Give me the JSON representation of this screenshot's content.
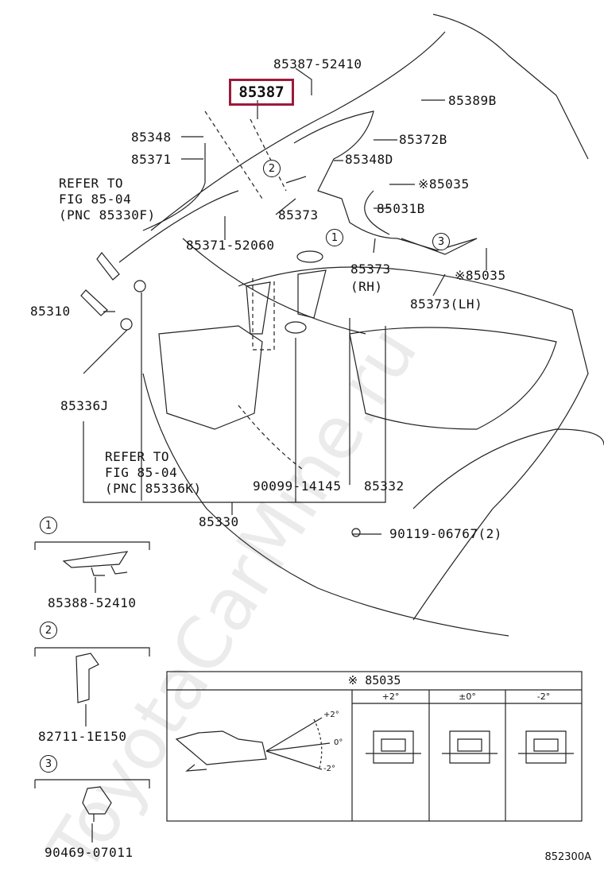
{
  "highlight_part": "85387",
  "labels": {
    "p85387_52410": "85387-52410",
    "p85389b": "85389B",
    "p85348": "85348",
    "p85372b": "85372B",
    "p85371": "85371",
    "p85348d": "85348D",
    "p85035_a": "※85035",
    "refer1_l1": "REFER TO",
    "refer1_l2": "FIG 85-04",
    "refer1_l3": "(PNC 85330F)",
    "p85373": "85373",
    "p85031b": "85031B",
    "p85371_52060": "85371-52060",
    "p85373rh_a": "85373",
    "p85373rh_b": "(RH)",
    "p85035_b": "※85035",
    "p85310": "85310",
    "p85373lh": "85373(LH)",
    "p85336j": "85336J",
    "refer2_l1": "REFER TO",
    "refer2_l2": "FIG 85-04",
    "refer2_l3": "(PNC 85336K)",
    "p90099": "90099-14145",
    "p85332": "85332",
    "p85330": "85330",
    "p90119": "90119-06767(2)",
    "p85388": "85388-52410",
    "p82711": "82711-1E150",
    "p90469": "90469-07011"
  },
  "callouts": [
    "1",
    "2",
    "3"
  ],
  "table": {
    "title": "※ 85035",
    "columns": [
      "+2°",
      "±0°",
      "-2°"
    ],
    "angles": [
      "+2°",
      "0°",
      "-2°"
    ]
  },
  "figure_code": "852300A",
  "watermark": "ToyotaCarMine.ru"
}
